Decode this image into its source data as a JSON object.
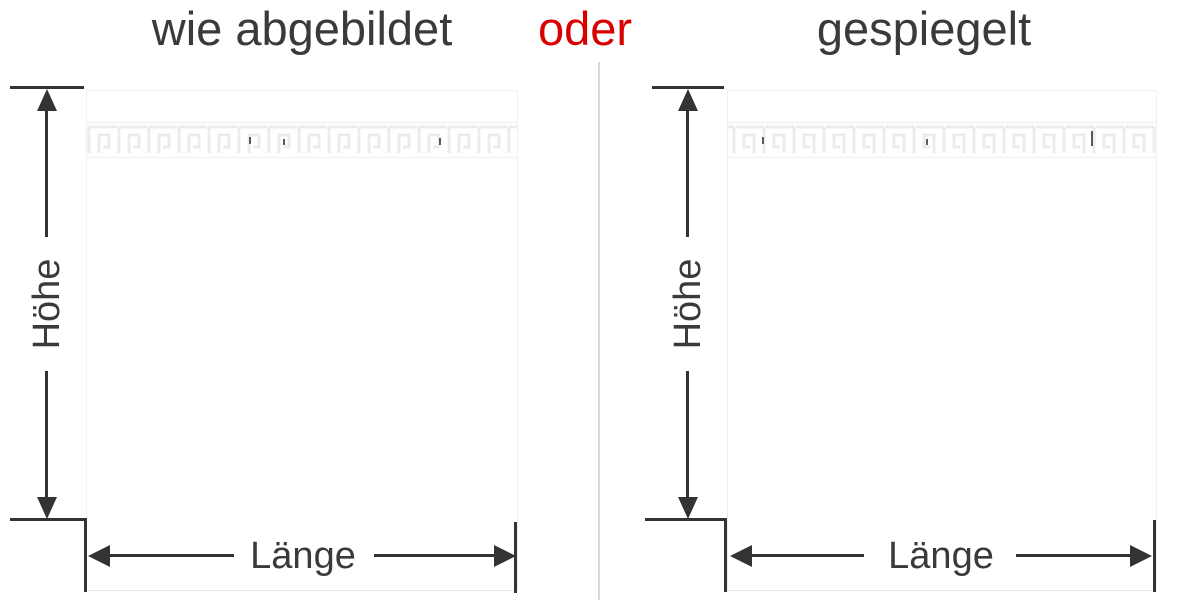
{
  "header": {
    "left_option": "wie abgebildet",
    "connector": "oder",
    "right_option": "gespiegelt"
  },
  "colors": {
    "text_dark": "#3a3a3a",
    "accent_red": "#d90000",
    "dimension_line": "#333333",
    "divider": "#d9d9d9",
    "pattern": "#ececec"
  },
  "figures": [
    {
      "id": "as-shown",
      "height_label": "Höhe",
      "length_label": "Länge",
      "pattern_name": "greek-key-border"
    },
    {
      "id": "mirrored",
      "height_label": "Höhe",
      "length_label": "Länge",
      "pattern_name": "greek-key-border-mirrored"
    }
  ]
}
